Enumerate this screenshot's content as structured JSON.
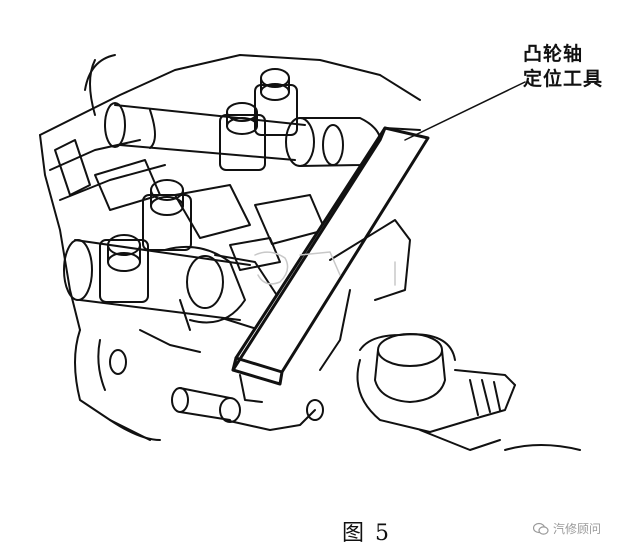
{
  "callout": {
    "line1": "凸轮轴",
    "line2": "定位工具"
  },
  "figure_caption": "图 5",
  "watermark": {
    "text": "汽修顾问",
    "icon": "wechat-chat-icon"
  }
}
